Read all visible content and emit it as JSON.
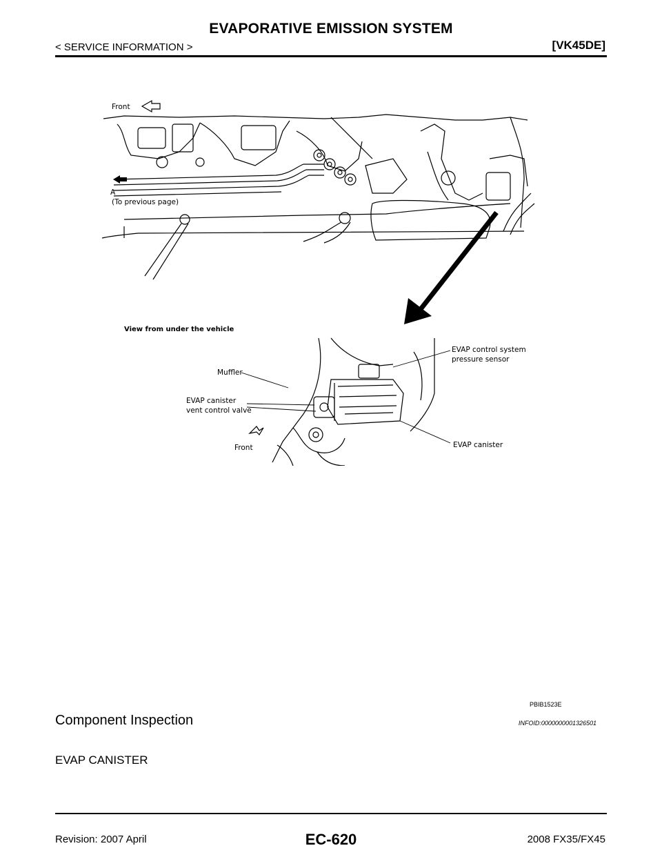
{
  "header": {
    "title": "EVAPORATIVE EMISSION SYSTEM",
    "section": "< SERVICE INFORMATION >",
    "model": "[VK45DE]"
  },
  "figure": {
    "labels": {
      "front_top": "Front",
      "a_marker": "A",
      "to_previous": "(To previous page)",
      "view_caption": "View from under the vehicle",
      "muffler": "Muffler",
      "vent_valve_1": "EVAP canister",
      "vent_valve_2": "vent control valve",
      "front_bottom": "Front",
      "pressure_sensor_1": "EVAP control system",
      "pressure_sensor_2": "pressure sensor",
      "canister": "EVAP canister"
    },
    "figure_id": "PBIB1523E"
  },
  "content": {
    "heading": "Component Inspection",
    "infoid": "INFOID:0000000001326501",
    "subheading": "EVAP CANISTER"
  },
  "footer": {
    "revision": "Revision: 2007 April",
    "page": "EC-620",
    "vehicle": "2008 FX35/FX45"
  }
}
